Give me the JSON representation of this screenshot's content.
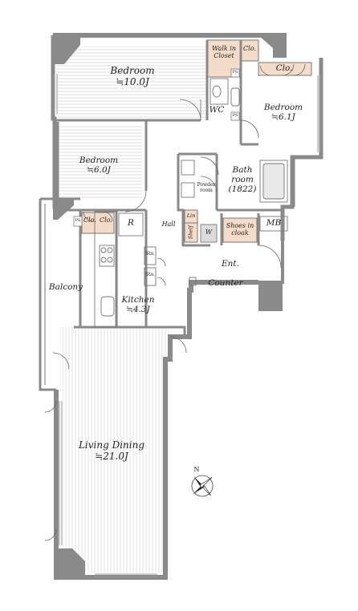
{
  "rooms": {
    "bedroom_1": {
      "name": "Bedroom",
      "size": "≒10.0J"
    },
    "bedroom_2": {
      "name": "Bedroom",
      "size": "≒6.1J"
    },
    "bedroom_3": {
      "name": "Bedroom",
      "size": "≒6.0J"
    },
    "walk_in_closet": {
      "line1": "Walk in",
      "line2": "Closet"
    },
    "wc": "WC",
    "bathroom": {
      "line1": "Bath",
      "line2": "room",
      "line3": "(1822)"
    },
    "powder_room": {
      "line1": "Powder",
      "line2": "room"
    },
    "hall": "Hall",
    "kitchen": {
      "name": "Kitchen",
      "size": "≒4.3J"
    },
    "balcony": "Balcony",
    "living_dining": {
      "name": "Living Dining",
      "size": "≒21.0J"
    },
    "entrance": "Ent.",
    "counter": "Counter",
    "shoes_in_cloak": {
      "line1": "Shoes in",
      "line2": "cloak"
    },
    "mb": "MB"
  },
  "fixtures": {
    "clo_walkin": "Clo.",
    "clo_bedroom2": "Clo.",
    "clo_left": "Clo.",
    "clo_right": "Clo.",
    "refrigerator": "R",
    "washer": "W",
    "linen": "Lin",
    "shelf": "Shelf",
    "storage_1": "Sto.",
    "storage_2": "Sto.",
    "ps_1": "PS",
    "ps_2": "PS",
    "ps_3": "PS"
  },
  "compass": {
    "north": "N"
  },
  "colors": {
    "wall": "#8a8a8a",
    "closet": "#f5dcc8",
    "floor_line": "#d0d0d0"
  }
}
